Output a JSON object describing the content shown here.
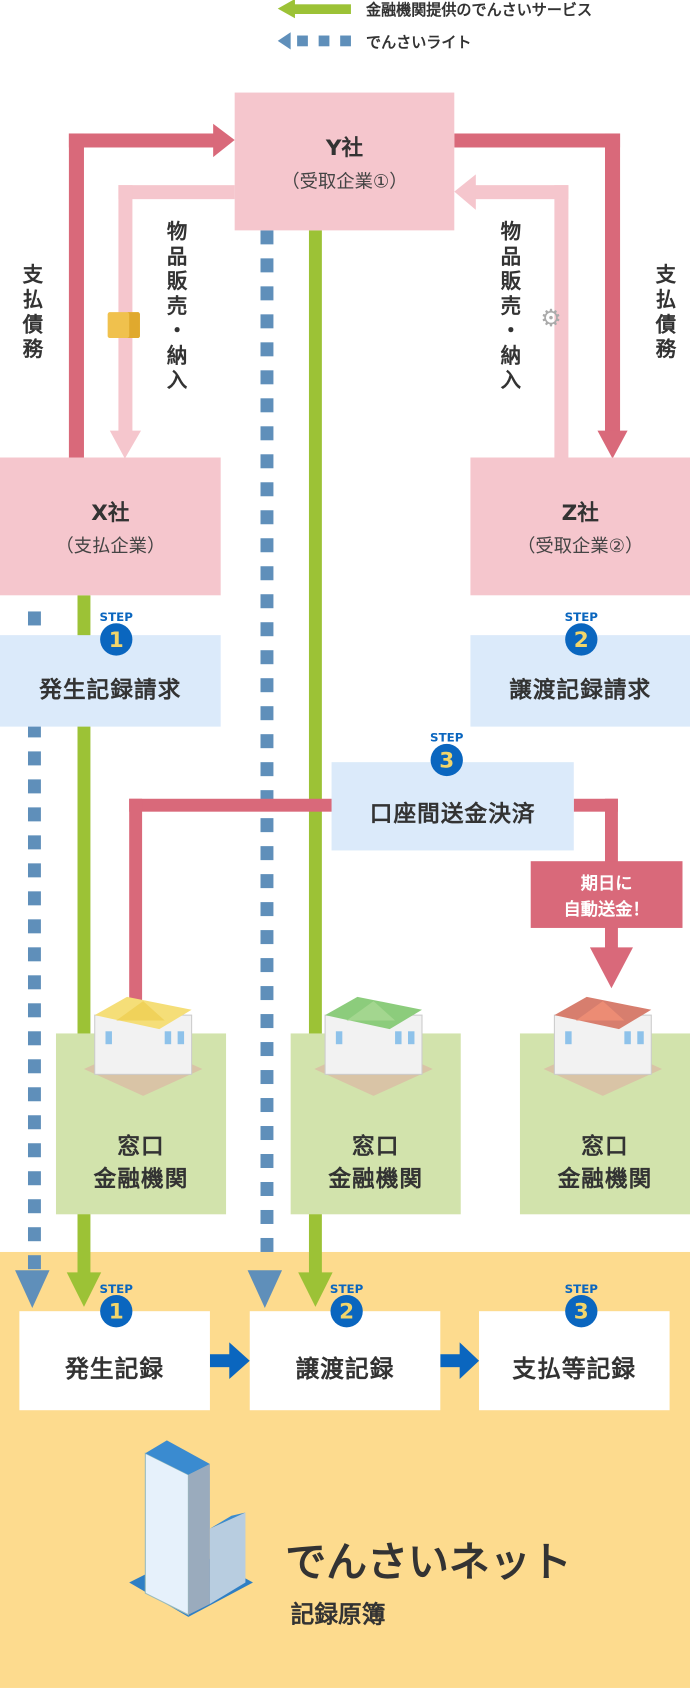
{
  "legend": {
    "bank_service": "金融機関提供のでんさいサービス",
    "densai_lite": "でんさいライト"
  },
  "companies": {
    "y": {
      "name": "Y社",
      "role": "（受取企業①）"
    },
    "x": {
      "name": "X社",
      "role": "（支払企業）"
    },
    "z": {
      "name": "Z社",
      "role": "（受取企業②）"
    }
  },
  "flows": {
    "goods_left": "物品販売・納入",
    "goods_right": "物品販売・納入",
    "debt_left": "支払債務",
    "debt_right": "支払債務"
  },
  "requests": {
    "step1": "発生記録請求",
    "step2": "譲渡記録請求",
    "step3": "口座間送金決済"
  },
  "step_label": "STEP",
  "steps": [
    "1",
    "2",
    "3"
  ],
  "auto_transfer": {
    "line1": "期日に",
    "line2": "自動送金！"
  },
  "banks": [
    {
      "line1": "窓口",
      "line2": "金融機関"
    },
    {
      "line1": "窓口",
      "line2": "金融機関"
    },
    {
      "line1": "窓口",
      "line2": "金融機関"
    }
  ],
  "records": [
    "発生記録",
    "譲渡記録",
    "支払等記録"
  ],
  "densainet": {
    "name": "でんさいネット",
    "sub": "記録原簿"
  },
  "colors": {
    "green": "#9cc236",
    "blue_dots": "#5f8fba",
    "dark_red": "#d9697a",
    "light_pink": "#f5c6cd",
    "yellow": "#fddb8e",
    "step_blue": "#0a66bf"
  }
}
